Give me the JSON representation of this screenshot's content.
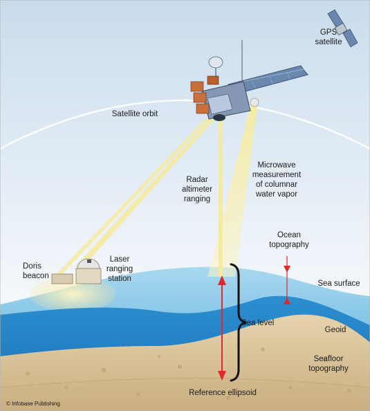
{
  "labels": {
    "gps": [
      "GPS",
      "satellite"
    ],
    "orbit": "Satellite orbit",
    "radar": [
      "Radar",
      "altimeter",
      "ranging"
    ],
    "microwave": [
      "Microwave",
      "measurement",
      "of columnar",
      "water vapor"
    ],
    "ocean_topo": [
      "Ocean",
      "topography"
    ],
    "doris": [
      "Doris",
      "beacon"
    ],
    "laser": [
      "Laser",
      "ranging",
      "station"
    ],
    "sea_surface": "Sea surface",
    "sea_level": "Sea level",
    "geoid": "Geoid",
    "seafloor": [
      "Seafloor",
      "topography"
    ],
    "ellipsoid": "Reference ellipsoid",
    "credit": "© Infobase Publishing"
  },
  "colors": {
    "sky_top": "#cfe0ee",
    "sky_bottom": "#ffffff",
    "ocean_light": "#5fb6e0",
    "ocean_dark": "#1f7fc4",
    "seafloor": "#dcc7a0",
    "beam": "#f5e89a",
    "arrow": "#e3262b",
    "brace": "#111111",
    "orbit": "#ffffff"
  }
}
